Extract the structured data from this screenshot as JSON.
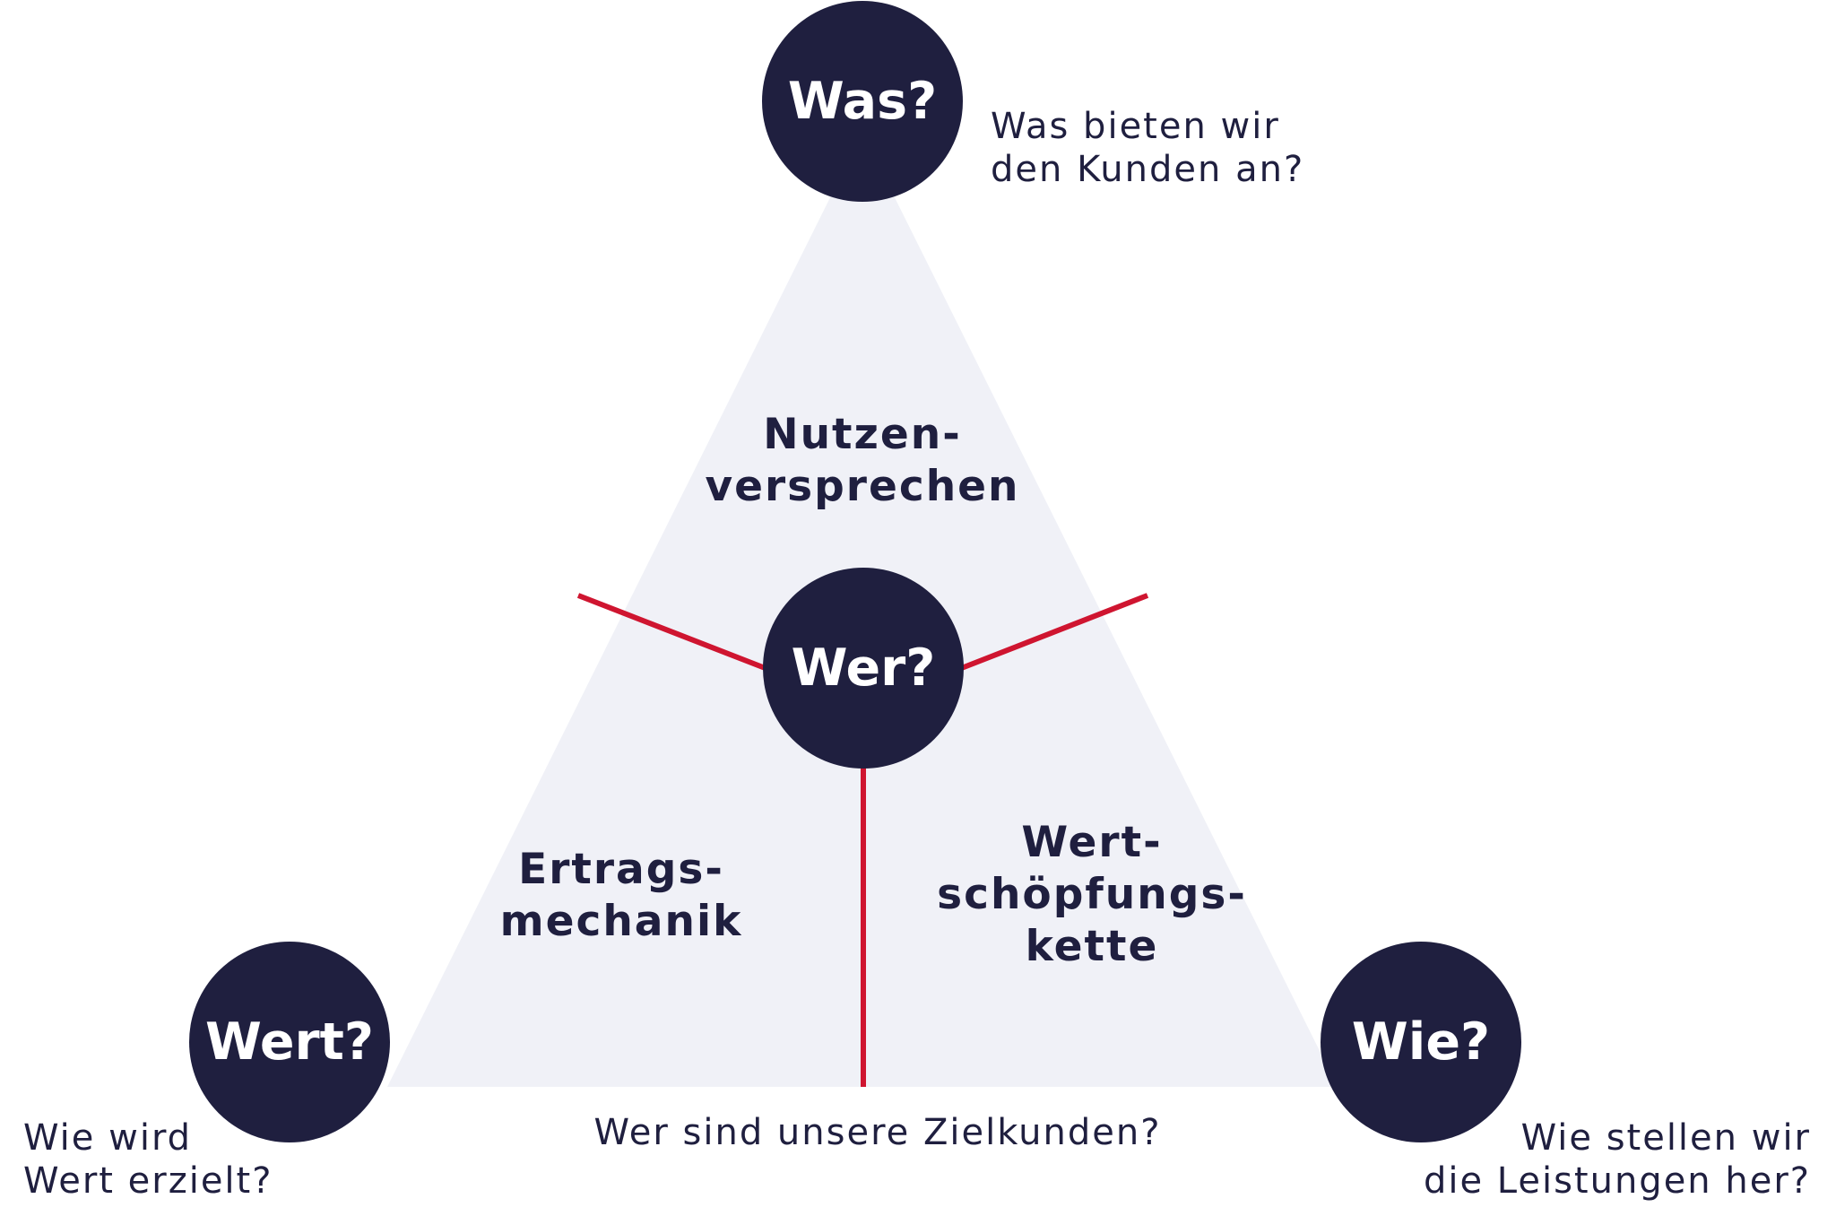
{
  "colors": {
    "triangle_fill": "#f0f1f7",
    "node_fill": "#1f1f3f",
    "node_text": "#ffffff",
    "divider": "#cf1530",
    "text": "#1f1f3f"
  },
  "nodes": {
    "top": "Was?",
    "center": "Wer?",
    "left": "Wert?",
    "right": "Wie?"
  },
  "areas": {
    "top": [
      "Nutzen-",
      "versprechen"
    ],
    "left": [
      "Ertrags-",
      "mechanik"
    ],
    "right": [
      "Wert-",
      "schöpfungs-",
      "kette"
    ]
  },
  "questions": {
    "top": [
      "Was bieten wir",
      "den Kunden an?"
    ],
    "bottom": [
      "Wer sind unsere Zielkunden?"
    ],
    "left": [
      "Wie wird",
      "Wert erzielt?"
    ],
    "right": [
      "Wie stellen wir",
      "die Leistungen her?"
    ]
  }
}
